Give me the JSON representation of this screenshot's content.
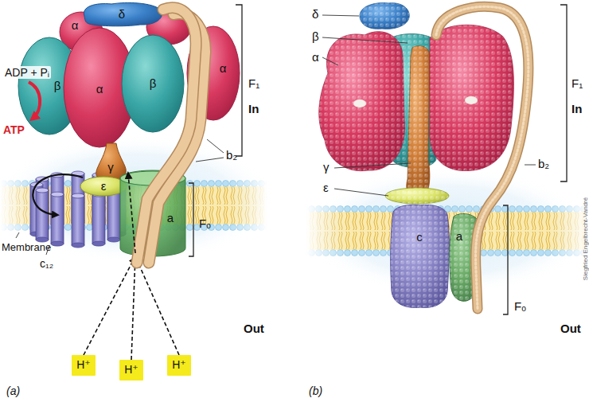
{
  "diagram": {
    "nodes": [
      {
        "text": [
          "α"
        ]
      },
      {
        "text": [
          "δ"
        ]
      },
      {
        "text": [
          "β"
        ]
      },
      {
        "text": [
          "α"
        ]
      },
      {
        "text": [
          "β"
        ]
      },
      {
        "text": [
          "α"
        ]
      },
      {
        "text": [
          "γ"
        ]
      },
      {
        "text": [
          "ε"
        ]
      },
      {
        "text": [
          "a"
        ]
      },
      {
        "text": [
          "H⁺"
        ]
      },
      {
        "text": [
          "H⁺"
        ]
      },
      {
        "text": [
          "H⁺"
        ]
      },
      {
        "text": [
          "c"
        ]
      },
      {
        "text": [
          "a"
        ]
      }
    ],
    "edges": [
      {
        "from": 9,
        "to": 8,
        "arrow": "to"
      },
      {
        "from": 10,
        "to": 8,
        "arrow": "to"
      },
      {
        "from": 11,
        "to": 8,
        "arrow": "to"
      }
    ],
    "labels": [
      "ADP + Pᵢ",
      "ATP",
      "b₂",
      "c₁₂",
      "Membrane",
      "F₁",
      "In",
      "Fₒ",
      "Out",
      "(a)",
      "δ",
      "β",
      "α",
      "γ",
      "ε",
      "b₂",
      "F₁",
      "In",
      "Fₒ",
      "Out",
      "Siegfried Engelbrecht-Vandré",
      "(b)"
    ]
  }
}
